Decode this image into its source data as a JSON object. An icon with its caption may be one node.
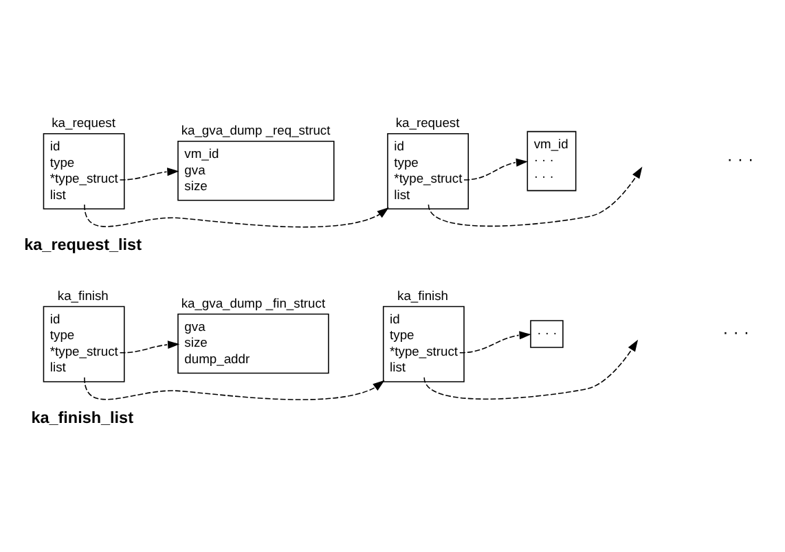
{
  "diagram": {
    "nodes": [
      {
        "text": [
          "ka_request",
          "id",
          "type",
          "*type_struct",
          "list"
        ]
      },
      {
        "text": [
          "ka_gva_dump _req_struct",
          "vm_id",
          "gva",
          "size"
        ]
      },
      {
        "text": [
          "ka_request",
          "id",
          "type",
          "*type_struct",
          "list"
        ]
      },
      {
        "text": [
          "vm_id",
          "· · ·",
          "· · ·"
        ]
      },
      {
        "text": [
          "ka_finish",
          "id",
          "type",
          "*type_struct",
          "list"
        ]
      },
      {
        "text": [
          "ka_gva_dump _fin_struct",
          "gva",
          "size",
          "dump_addr"
        ]
      },
      {
        "text": [
          "ka_finish",
          "id",
          "type",
          "*type_struct",
          "list"
        ]
      },
      {
        "text": [
          "· · ·"
        ]
      }
    ],
    "edges": [
      {
        "from": 0,
        "to": 1,
        "arrow": "to",
        "style": "dashed"
      },
      {
        "from": 0,
        "to": 2,
        "arrow": "to",
        "style": "dashed"
      },
      {
        "from": 2,
        "to": 3,
        "arrow": "to",
        "style": "dashed"
      },
      {
        "from": 2,
        "to": null,
        "arrow": "to",
        "style": "dashed"
      },
      {
        "from": 4,
        "to": 5,
        "arrow": "to",
        "style": "dashed"
      },
      {
        "from": 4,
        "to": 6,
        "arrow": "to",
        "style": "dashed"
      },
      {
        "from": 6,
        "to": 7,
        "arrow": "to",
        "style": "dashed"
      },
      {
        "from": 6,
        "to": null,
        "arrow": "to",
        "style": "dashed"
      }
    ],
    "labels": [
      "· · ·",
      "ka_request_list",
      "· · ·",
      "ka_finish_list"
    ]
  }
}
